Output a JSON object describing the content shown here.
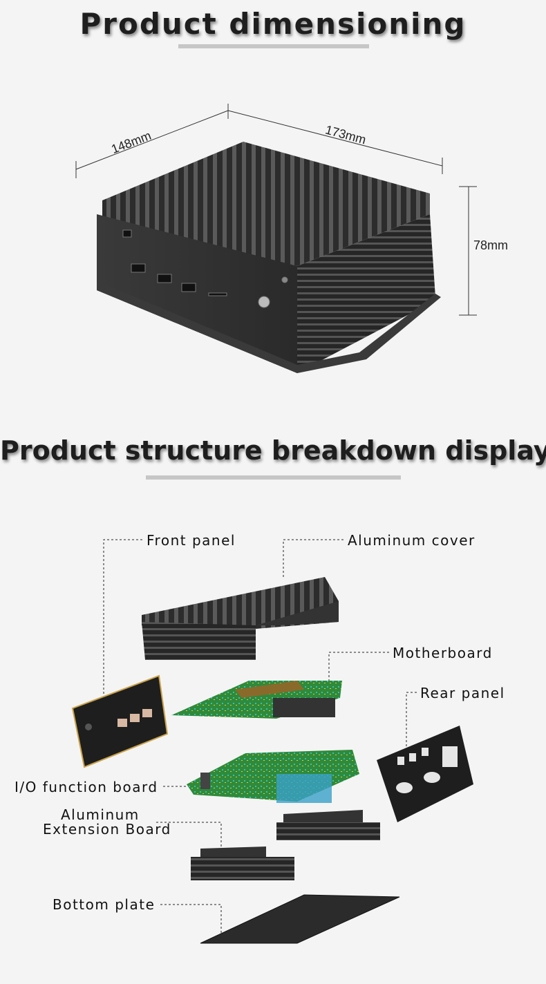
{
  "section1": {
    "title": "Product dimensioning",
    "dimensions": {
      "width": "148mm",
      "length": "173mm",
      "height": "78mm"
    }
  },
  "section2": {
    "title": "Product structure breakdown display",
    "labels": {
      "front_panel": "Front panel",
      "aluminum_cover": "Aluminum cover",
      "motherboard": "Motherboard",
      "rear_panel": "Rear panel",
      "io_board": "I/O function board",
      "extension_line1": "Aluminum",
      "extension_line2": "Extension Board",
      "bottom_plate": "Bottom plate"
    }
  },
  "colors": {
    "chassis": "#2a2a2a",
    "pcb": "#2f8a3a",
    "accent": "#c9a24a"
  }
}
